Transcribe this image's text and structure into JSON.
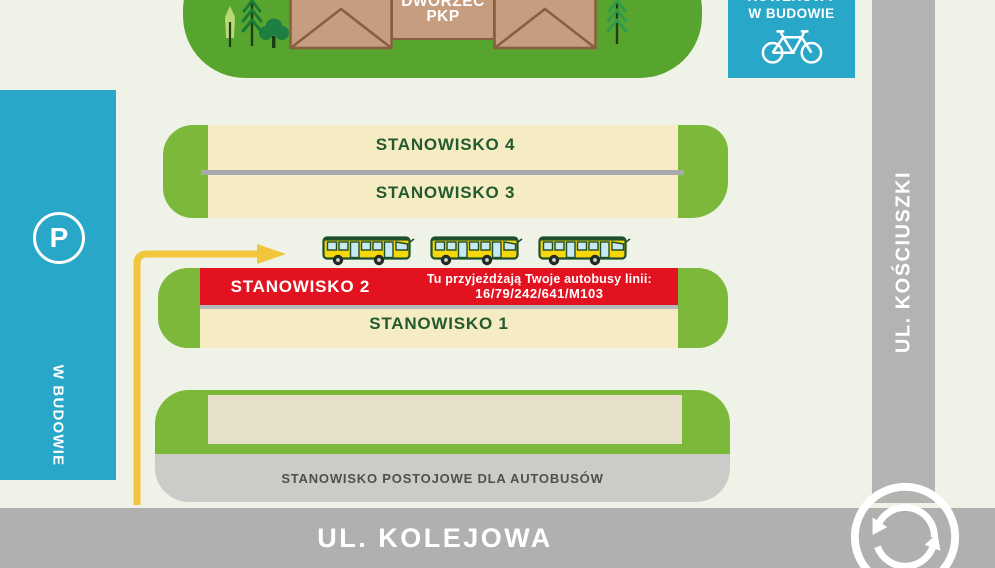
{
  "colors": {
    "background": "#eff2e6",
    "station_green": "#57a52e",
    "platform_cap_green": "#7cb83a",
    "platform_beige": "#f6ecc3",
    "depot_beige": "#e6dfca",
    "depot_gray": "#cbccc8",
    "road_gray": "#b0b1ae",
    "cyan": "#28a7c9",
    "highlight_red": "#e21220",
    "arrow_yellow": "#f1c53d",
    "bus_yellow": "#f6d70c",
    "text_green": "#235a2e",
    "building_tan": "#c69d7e"
  },
  "station": {
    "name_line1": "DWORZEC",
    "name_line2": "PKP"
  },
  "bike_parking": {
    "clipped_line": "ROWEROWY",
    "label": "W BUDOWIE"
  },
  "car_parking": {
    "symbol": "P",
    "label": "W BUDOWIE"
  },
  "streets": {
    "right": "UL. KOŚCIUSZKI",
    "bottom": "UL. KOLEJOWA"
  },
  "platforms": {
    "stand4": "STANOWISKO 4",
    "stand3": "STANOWISKO 3",
    "stand2": "STANOWISKO 2",
    "stand1": "STANOWISKO 1",
    "stand2_info_line1": "Tu przyjeżdżają Twoje autobusy linii:",
    "stand2_info_line2": "16/79/242/641/M103",
    "depot": "STANOWISKO POSTOJOWE DLA AUTOBUSÓW"
  }
}
